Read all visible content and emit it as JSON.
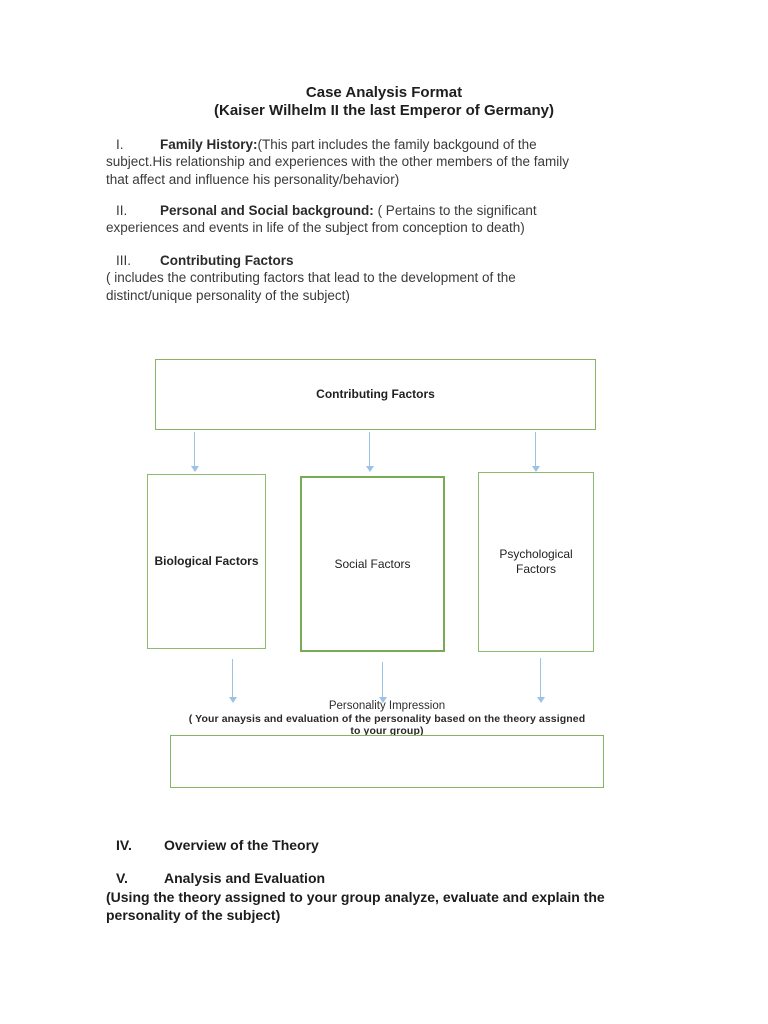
{
  "document": {
    "title": {
      "line1": "Case Analysis Format",
      "line2": "(Kaiser Wilhelm II the last Emperor of Germany)"
    },
    "sections": [
      {
        "numeral": "I.",
        "heading": "Family History:",
        "heading_suffix": "(This part includes the family backgound of the",
        "lines": [
          "subject.His relationship and experiences with the other members of the family",
          "that affect and influence his personality/behavior)"
        ]
      },
      {
        "numeral": "II.",
        "heading": "Personal and Social background:",
        "heading_suffix": " ( Pertains to the significant",
        "lines": [
          "experiences and events in life of the subject from conception to death)"
        ]
      },
      {
        "numeral": "III.",
        "heading": "Contributing Factors",
        "heading_suffix": "",
        "lines": [
          "( includes the contributing factors that lead to the development of the",
          "distinct/unique personality of the subject)"
        ]
      },
      {
        "numeral": "IV.",
        "heading": "Overview of the Theory",
        "heading_suffix": "",
        "lines": []
      },
      {
        "numeral": "V.",
        "heading": "Analysis and Evaluation",
        "heading_suffix": "",
        "lines": [
          "(Using the theory assigned to your group analyze, evaluate and explain the",
          "personality of the subject)"
        ]
      }
    ]
  },
  "diagram": {
    "root_box_label": "Contributing Factors",
    "factor_boxes": [
      "Biological Factors",
      "Social Factors",
      "Psychological Factors"
    ],
    "impression": {
      "title": "Personality Impression",
      "caption_line1": "( Your anaysis and evaluation of the personality based on the theory assigned",
      "caption_line2": "to your group)"
    },
    "colors": {
      "box_border_green": "#84b464",
      "box_border_green_strong": "#79ab55",
      "arrow_blue": "#9cc2e5"
    }
  }
}
